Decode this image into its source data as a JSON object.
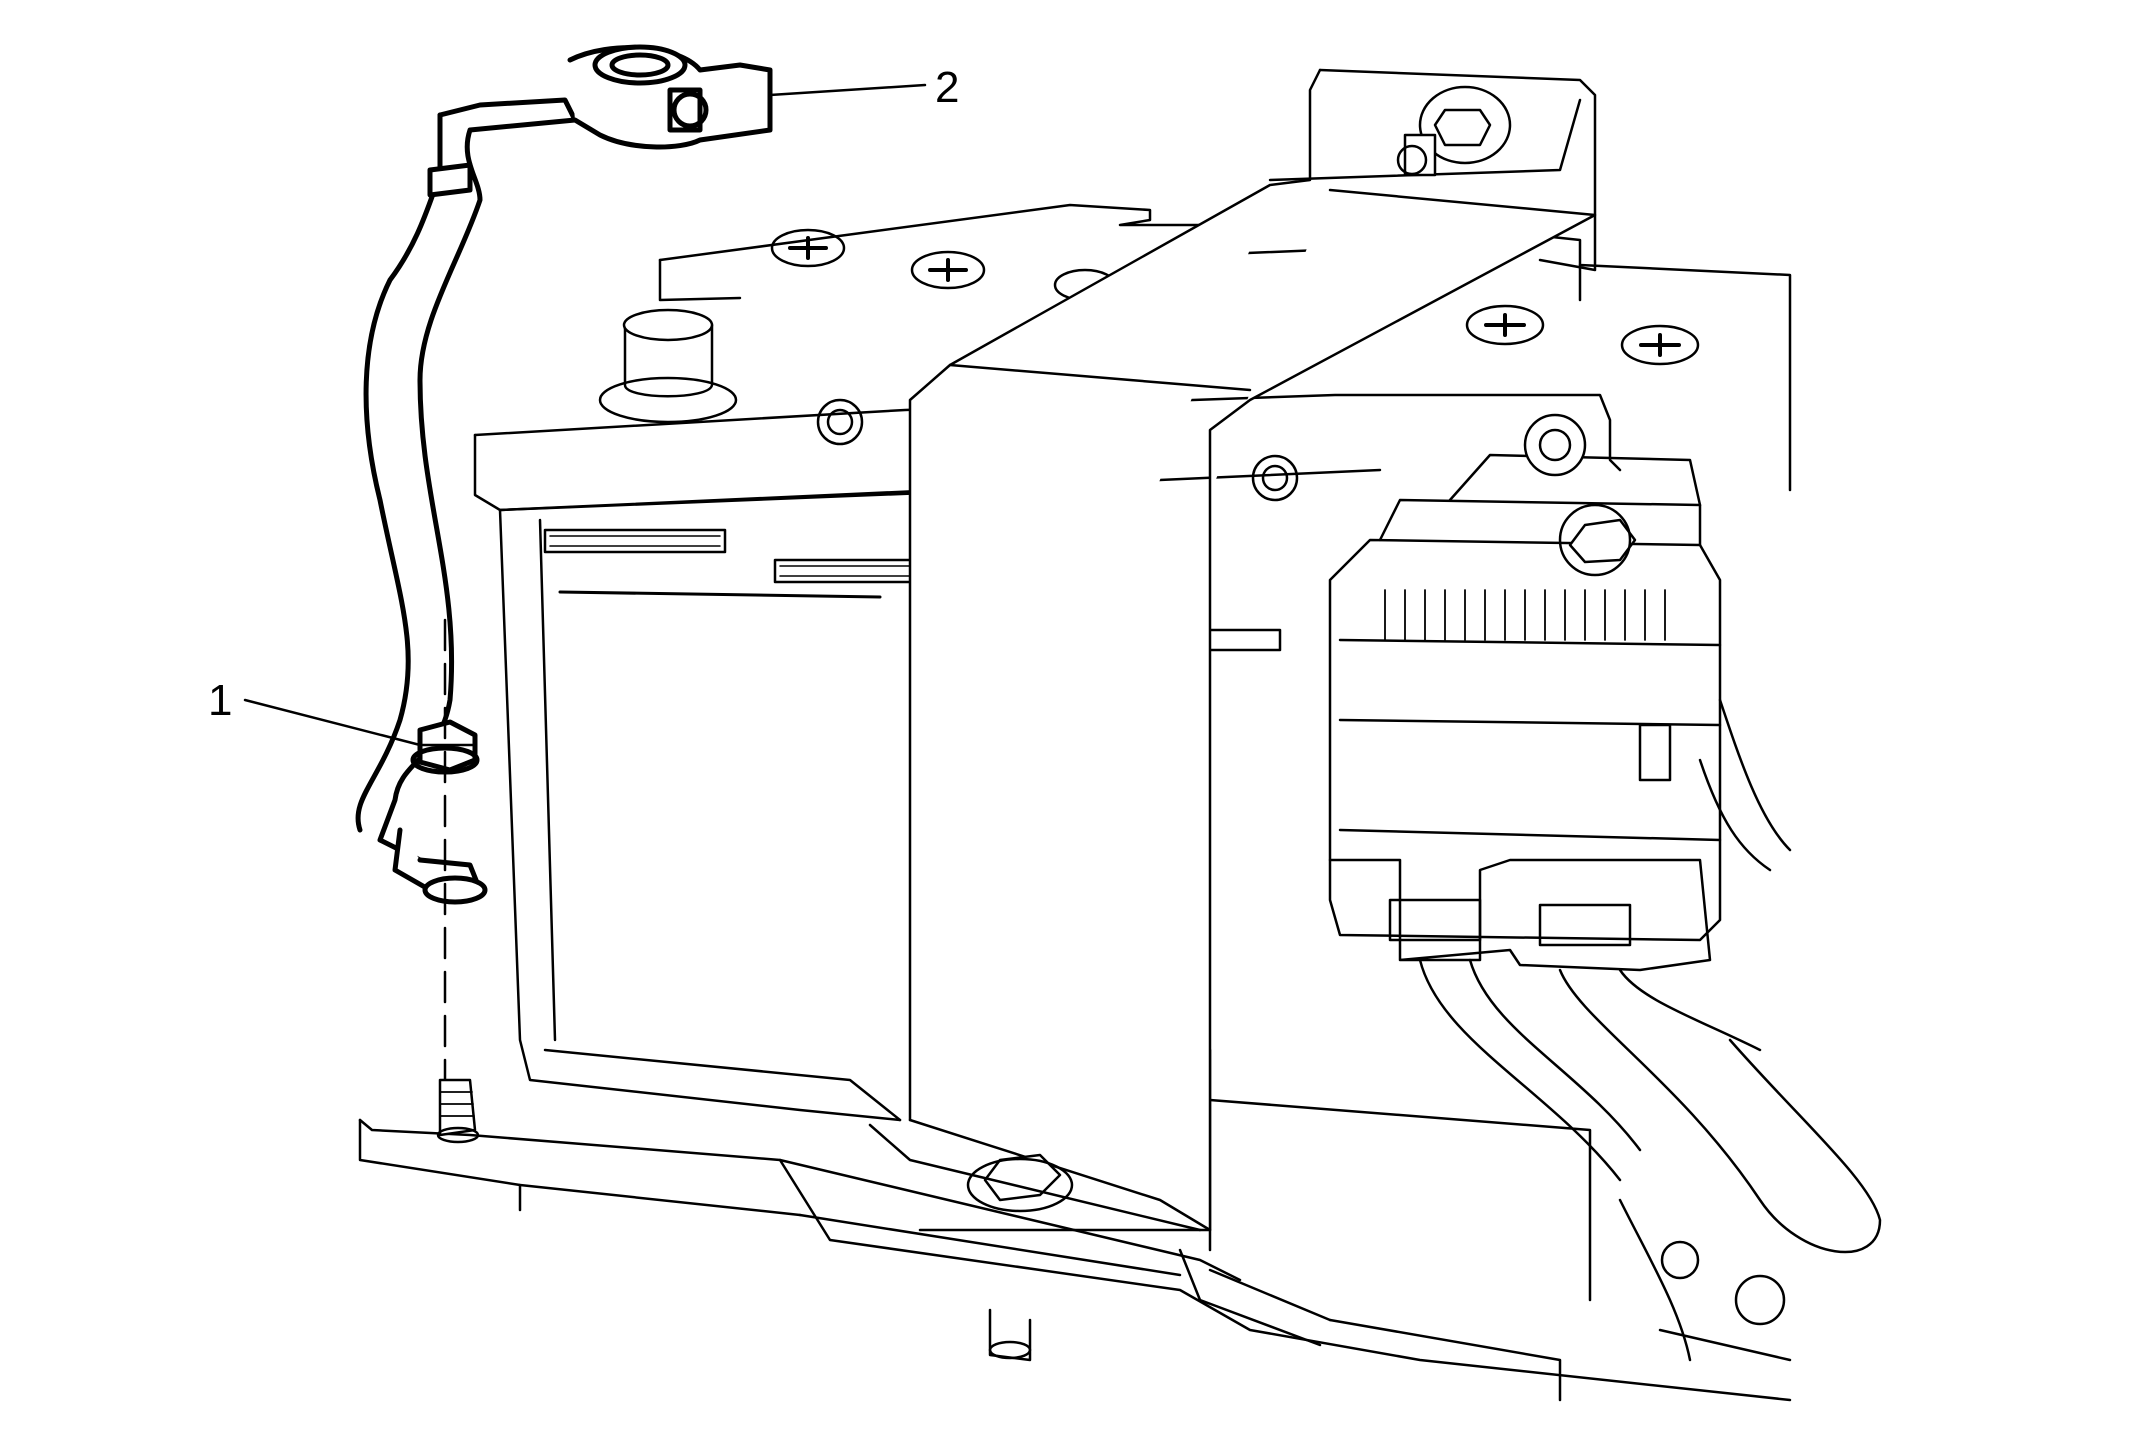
{
  "diagram": {
    "colors": {
      "line": "#000000",
      "fill": "#ffffff",
      "highlight_line": "#000000"
    },
    "callouts": [
      {
        "id": "1",
        "label": "1",
        "part": "nut"
      },
      {
        "id": "2",
        "label": "2",
        "part": "battery-cable-terminal"
      }
    ]
  }
}
